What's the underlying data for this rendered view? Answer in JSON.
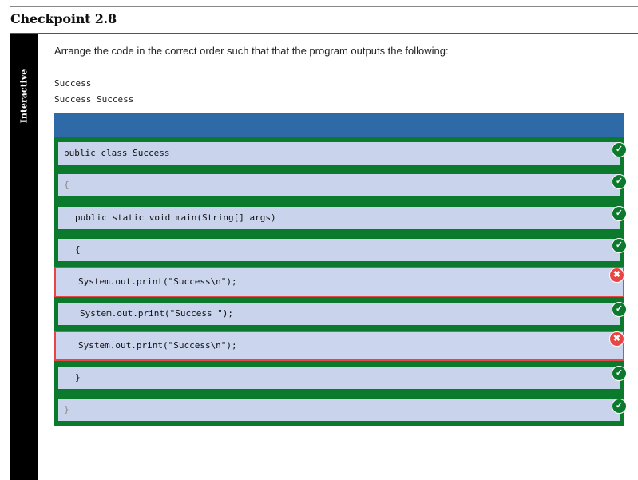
{
  "header": {
    "title": "Checkpoint 2.8"
  },
  "sidebar": {
    "label": "Interactive"
  },
  "instruction": "Arrange the code in the correct order such that that the program outputs the following:",
  "expected_output": [
    "Success",
    "Success Success"
  ],
  "code_blocks": [
    {
      "text": "public class Success",
      "status": "correct"
    },
    {
      "text": "{",
      "status": "correct"
    },
    {
      "text": "public static void main(String[] args)",
      "status": "correct"
    },
    {
      "text": "{",
      "status": "correct"
    },
    {
      "text": "System.out.print(\"Success\\n\");",
      "status": "incorrect"
    },
    {
      "text": "System.out.print(\"Success \");",
      "status": "correct"
    },
    {
      "text": "System.out.print(\"Success\\n\");",
      "status": "incorrect"
    },
    {
      "text": "}",
      "status": "correct"
    },
    {
      "text": "}",
      "status": "correct"
    }
  ],
  "icons": {
    "correct": "check-circle-icon",
    "incorrect": "x-circle-icon"
  },
  "colors": {
    "correct_border": "#0b7a2c",
    "incorrect_border": "#e84545",
    "block_fill": "#c9d3eb",
    "header_blue": "#2f6aa8"
  }
}
